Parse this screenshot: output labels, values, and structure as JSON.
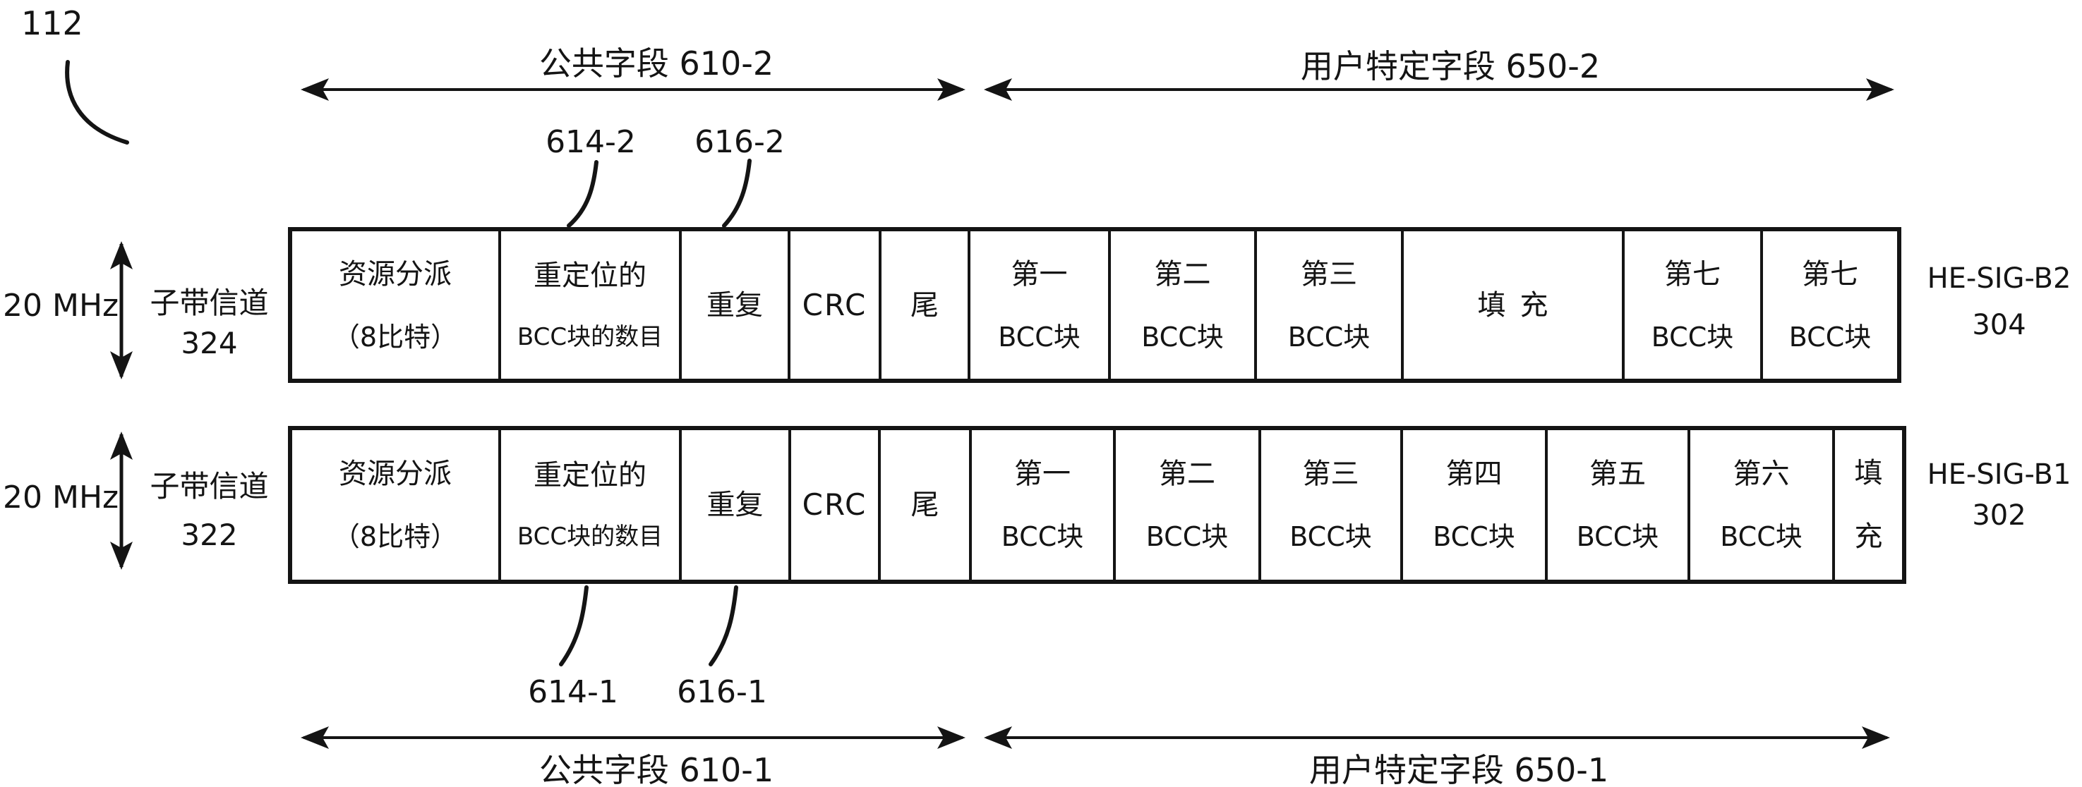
{
  "colors": {
    "ink": "#141414",
    "background": "#ffffff"
  },
  "refs": {
    "figure": "112",
    "r614_top": "614-2",
    "r616_top": "616-2",
    "r614_bottom": "614-1",
    "r616_bottom": "616-1"
  },
  "spans": {
    "common_top": "公共字段  610-2",
    "user_top": "用户特定字段  650-2",
    "common_bottom": "公共字段  610-1",
    "user_bottom": "用户特定字段 650-1"
  },
  "rows": [
    {
      "bandwidth": "20 MHz",
      "channel": "子带信道",
      "channel_num": "324",
      "sig_label": "HE-SIG-B2",
      "sig_num": "304",
      "cells": [
        {
          "line1": "资源分派",
          "line2": "（8比特）"
        },
        {
          "line1": "重定位的",
          "line2": "BCC块的数目"
        },
        {
          "line1": "重复"
        },
        {
          "line1": "CRC"
        },
        {
          "line1": "尾"
        },
        {
          "line1": "第一",
          "line2": "BCC块"
        },
        {
          "line1": "第二",
          "line2": "BCC块"
        },
        {
          "line1": "第三",
          "line2": "BCC块"
        },
        {
          "line1": "填充"
        },
        {
          "line1": "第七",
          "line2": "BCC块"
        },
        {
          "line1": "第七",
          "line2": "BCC块"
        }
      ]
    },
    {
      "bandwidth": "20 MHz",
      "channel": "子带信道",
      "channel_num": "322",
      "sig_label": "HE-SIG-B1",
      "sig_num": "302",
      "cells": [
        {
          "line1": "资源分派",
          "line2": "（8比特）"
        },
        {
          "line1": "重定位的",
          "line2": "BCC块的数目"
        },
        {
          "line1": "重复"
        },
        {
          "line1": "CRC"
        },
        {
          "line1": "尾"
        },
        {
          "line1": "第一",
          "line2": "BCC块"
        },
        {
          "line1": "第二",
          "line2": "BCC块"
        },
        {
          "line1": "第三",
          "line2": "BCC块"
        },
        {
          "line1": "第四",
          "line2": "BCC块"
        },
        {
          "line1": "第五",
          "line2": "BCC块"
        },
        {
          "line1": "第六",
          "line2": "BCC块"
        },
        {
          "line1": "填",
          "line2": "充"
        }
      ]
    }
  ]
}
